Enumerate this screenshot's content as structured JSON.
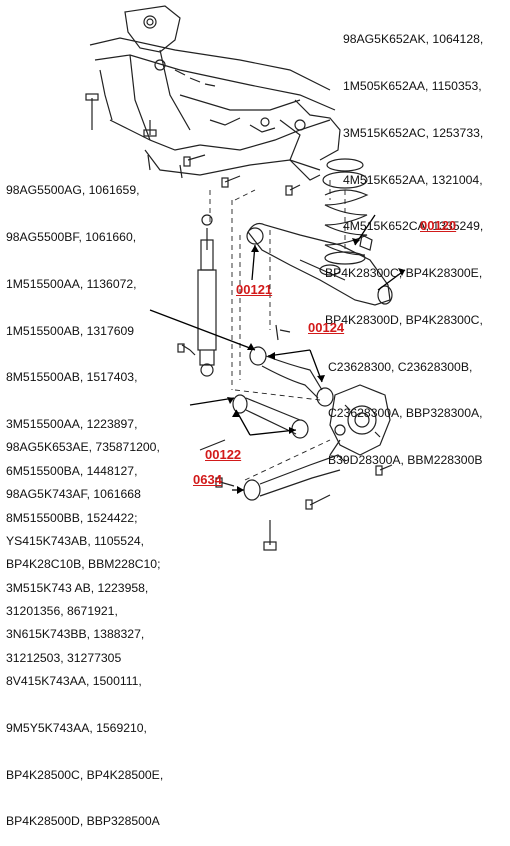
{
  "colors": {
    "callout": "#d21a1a",
    "text": "#111111",
    "lines": "#222222"
  },
  "part_numbers": {
    "top_right": [
      "98AG5K652AK, 1064128,",
      "1M505K652AA, 1150353,",
      "3M515K652AC, 1253733,",
      "4M515K652AA, 1321004,",
      "4M515K652CA, 1335249,",
      "BP4K28300C, BP4K28300E,",
      "BP4K28300D, BP4K28300C,",
      "C23628300, C23628300B,",
      "C23628300A, BBP328300A,",
      "B39D28300A, BBM228300B"
    ],
    "left_middle": [
      "98AG5500AG, 1061659,",
      "98AG5500BF, 1061660,",
      "1M515500AA, 1136072,",
      "1M515500AB, 1317609",
      "8M515500AB, 1517403,",
      "3M515500AA, 1223897,",
      "6M515500BA, 1448127,",
      "8M515500BB, 1524422;",
      "BP4K28C10B, BBM228C10;",
      "31201356, 8671921,",
      "31212503, 31277305"
    ],
    "left_bottom": [
      "98AG5K653AE, 735871200,",
      "98AG5K743AF, 1061668",
      "YS415K743AB, 1105524,",
      "3M515K743 AB, 1223958,",
      "3N615K743BB, 1388327,",
      "8V415K743AA, 1500111,",
      "9M5Y5K743AA, 1569210,",
      "BP4K28500C, BP4K28500E,",
      "BP4K28500D, BBP328500A"
    ]
  },
  "callouts": {
    "c00120": "00120",
    "c00121": "00121",
    "c00124": "00124",
    "c00122": "00122",
    "c0634": "0634"
  }
}
